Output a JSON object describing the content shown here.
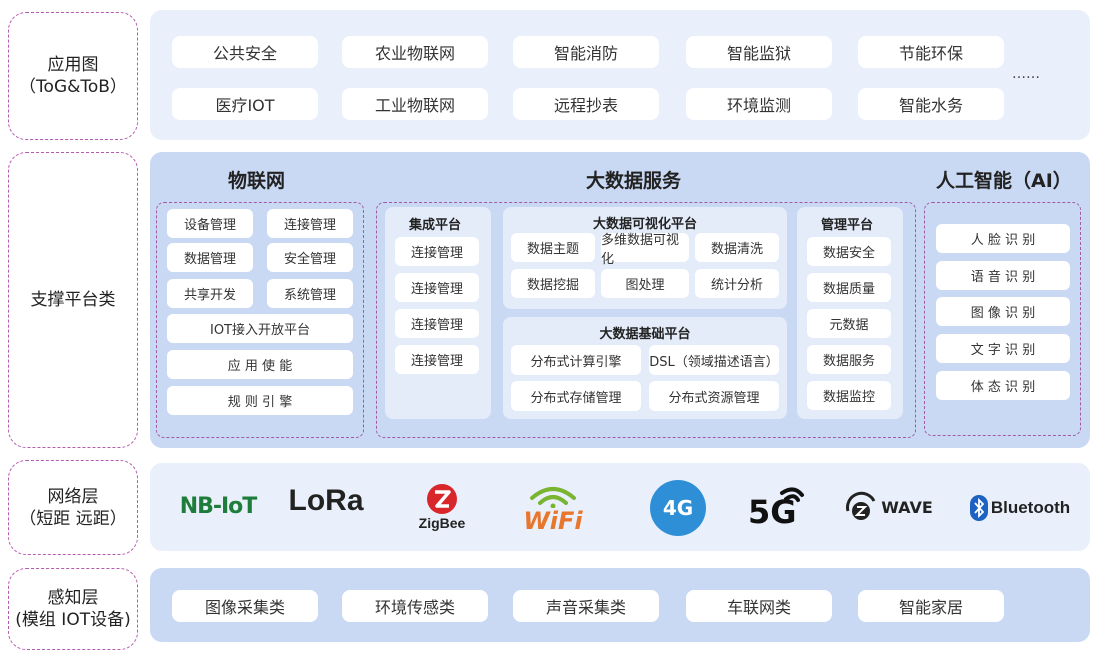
{
  "rows": {
    "app": {
      "label": "应用图\n（ToG&ToB）"
    },
    "support": {
      "label": "支撑平台类"
    },
    "network": {
      "label": "网络层\n（短距 远距）"
    },
    "sensing": {
      "label": "感知层\n(模组 IOT设备)"
    }
  },
  "app_items": [
    "公共安全",
    "农业物联网",
    "智能消防",
    "智能监狱",
    "节能环保",
    "医疗IOT",
    "工业物联网",
    "远程抄表",
    "环境监测",
    "智能水务"
  ],
  "app_more": "……",
  "iot": {
    "title": "物联网",
    "grid": [
      "设备管理",
      "连接管理",
      "数据管理",
      "安全管理",
      "共享开发",
      "系统管理"
    ],
    "wide": [
      "IOT接入开放平台",
      "应 用 使 能",
      "规 则 引 擎"
    ]
  },
  "bigdata": {
    "title": "大数据服务",
    "integration": {
      "title": "集成平台",
      "items": [
        "连接管理",
        "连接管理",
        "连接管理",
        "连接管理"
      ]
    },
    "viz": {
      "title": "大数据可视化平台",
      "items": [
        "数据主题",
        "多维数据可视化",
        "数据清洗",
        "数据挖掘",
        "图处理",
        "统计分析"
      ]
    },
    "base": {
      "title": "大数据基础平台",
      "items": [
        "分布式计算引擎",
        "DSL（领域描述语言）",
        "分布式存储管理",
        "分布式资源管理"
      ]
    },
    "mgmt": {
      "title": "管理平台",
      "items": [
        "数据安全",
        "数据质量",
        "元数据",
        "数据服务",
        "数据监控"
      ]
    }
  },
  "ai": {
    "title": "人工智能（AI）",
    "items": [
      "人 脸 识 别",
      "语 音 识 别",
      "图 像 识 别",
      "文 字 识 别",
      "体 态 识 别"
    ]
  },
  "network_logos": {
    "nbiot": "NB-IoT",
    "lora": "LoRa",
    "zigbee": "ZigBee",
    "wifi": "WiFi",
    "g4": "4G",
    "g5": "5G",
    "zwave": "WAVE",
    "bluetooth": "Bluetooth"
  },
  "sensing_items": [
    "图像采集类",
    "环境传感类",
    "声音采集类",
    "车联网类",
    "智能家居"
  ],
  "colors": {
    "nbiot_green": "#1e7d3a",
    "zigbee_red": "#d9262b",
    "wifi_green": "#7ab532",
    "wifi_orange": "#e8772e",
    "g4_blue": "#2f8fd6",
    "bluetooth_blue": "#1d61c2"
  }
}
